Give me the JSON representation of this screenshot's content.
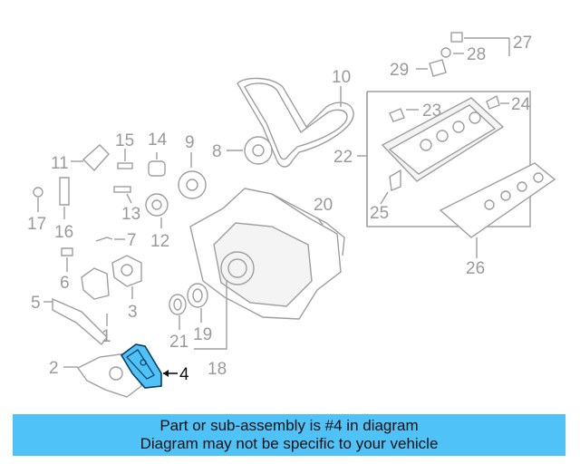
{
  "labels": {
    "l1": "1",
    "l2": "2",
    "l3": "3",
    "l4": "4",
    "l5": "5",
    "l6": "6",
    "l7": "7",
    "l8": "8",
    "l9": "9",
    "l10": "10",
    "l11": "11",
    "l12": "12",
    "l13": "13",
    "l14": "14",
    "l15": "15",
    "l16": "16",
    "l17": "17",
    "l18": "18",
    "l19": "19",
    "l20": "20",
    "l21": "21",
    "l22": "22",
    "l23": "23",
    "l24": "24",
    "l25": "25",
    "l26": "26",
    "l27": "27",
    "l28": "28",
    "l29": "29"
  },
  "highlight": {
    "part_number": "4",
    "color": "#4fc3f7"
  },
  "banner": {
    "line1": "Part or sub-assembly is #4 in diagram",
    "line2": "Diagram may not be specific to your vehicle",
    "color": "#4fc3f7"
  }
}
